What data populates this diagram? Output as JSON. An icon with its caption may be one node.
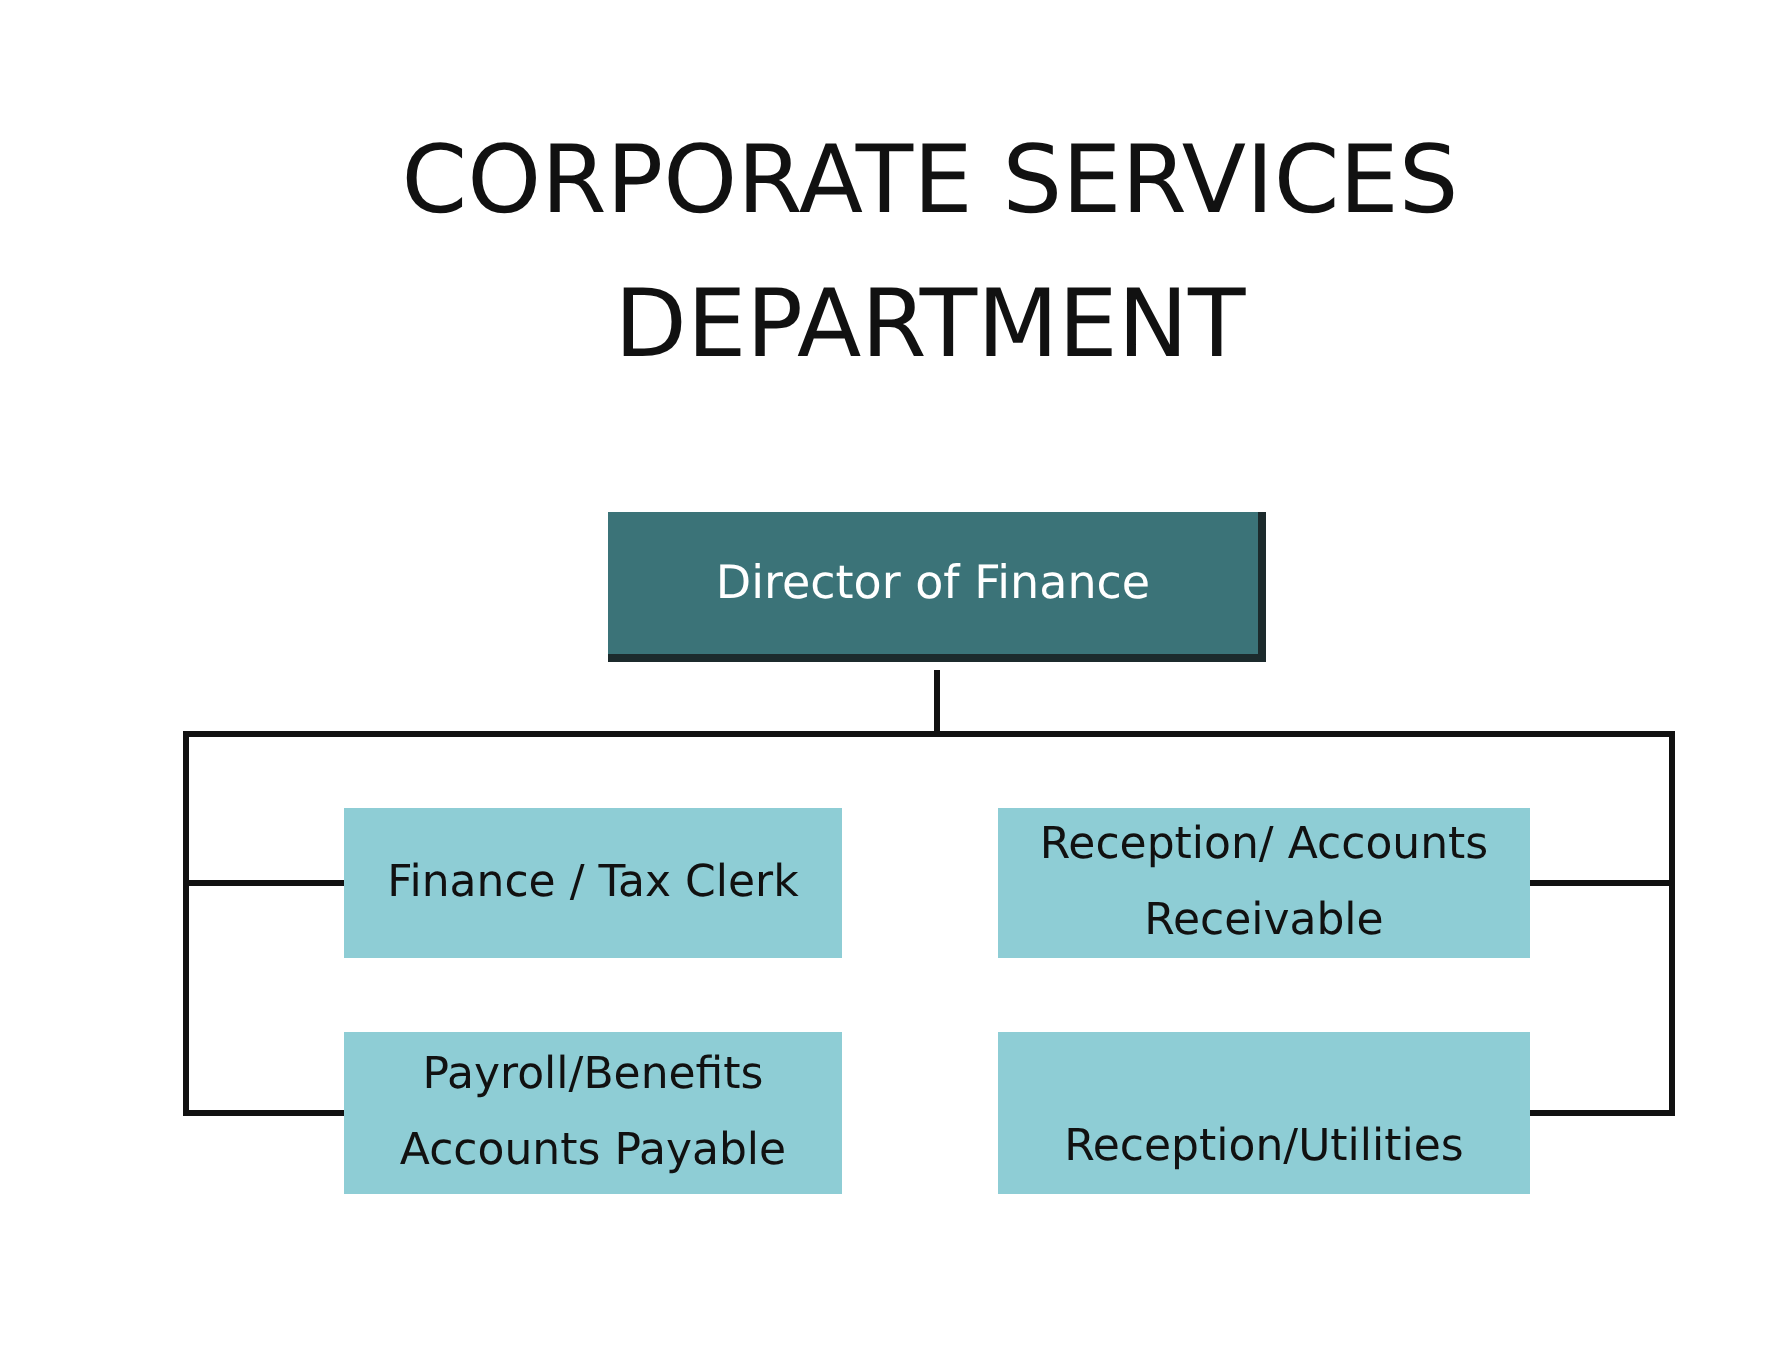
{
  "diagram": {
    "title": "CORPORATE SERVICES DEPARTMENT",
    "nodes": [
      {
        "text": [
          "Director of Finance"
        ]
      },
      {
        "text": [
          "Finance / Tax Clerk"
        ]
      },
      {
        "text": [
          "Payroll/Benefits Accounts Payable"
        ]
      },
      {
        "text": [
          "Reception/ Accounts Receivable"
        ]
      },
      {
        "text": [
          "Reception/Utilities"
        ]
      }
    ],
    "edges": [
      {
        "from": 0,
        "to": 1,
        "arrow": "none"
      },
      {
        "from": 0,
        "to": 2,
        "arrow": "none"
      },
      {
        "from": 0,
        "to": 3,
        "arrow": "none"
      },
      {
        "from": 0,
        "to": 4,
        "arrow": "none"
      }
    ]
  }
}
